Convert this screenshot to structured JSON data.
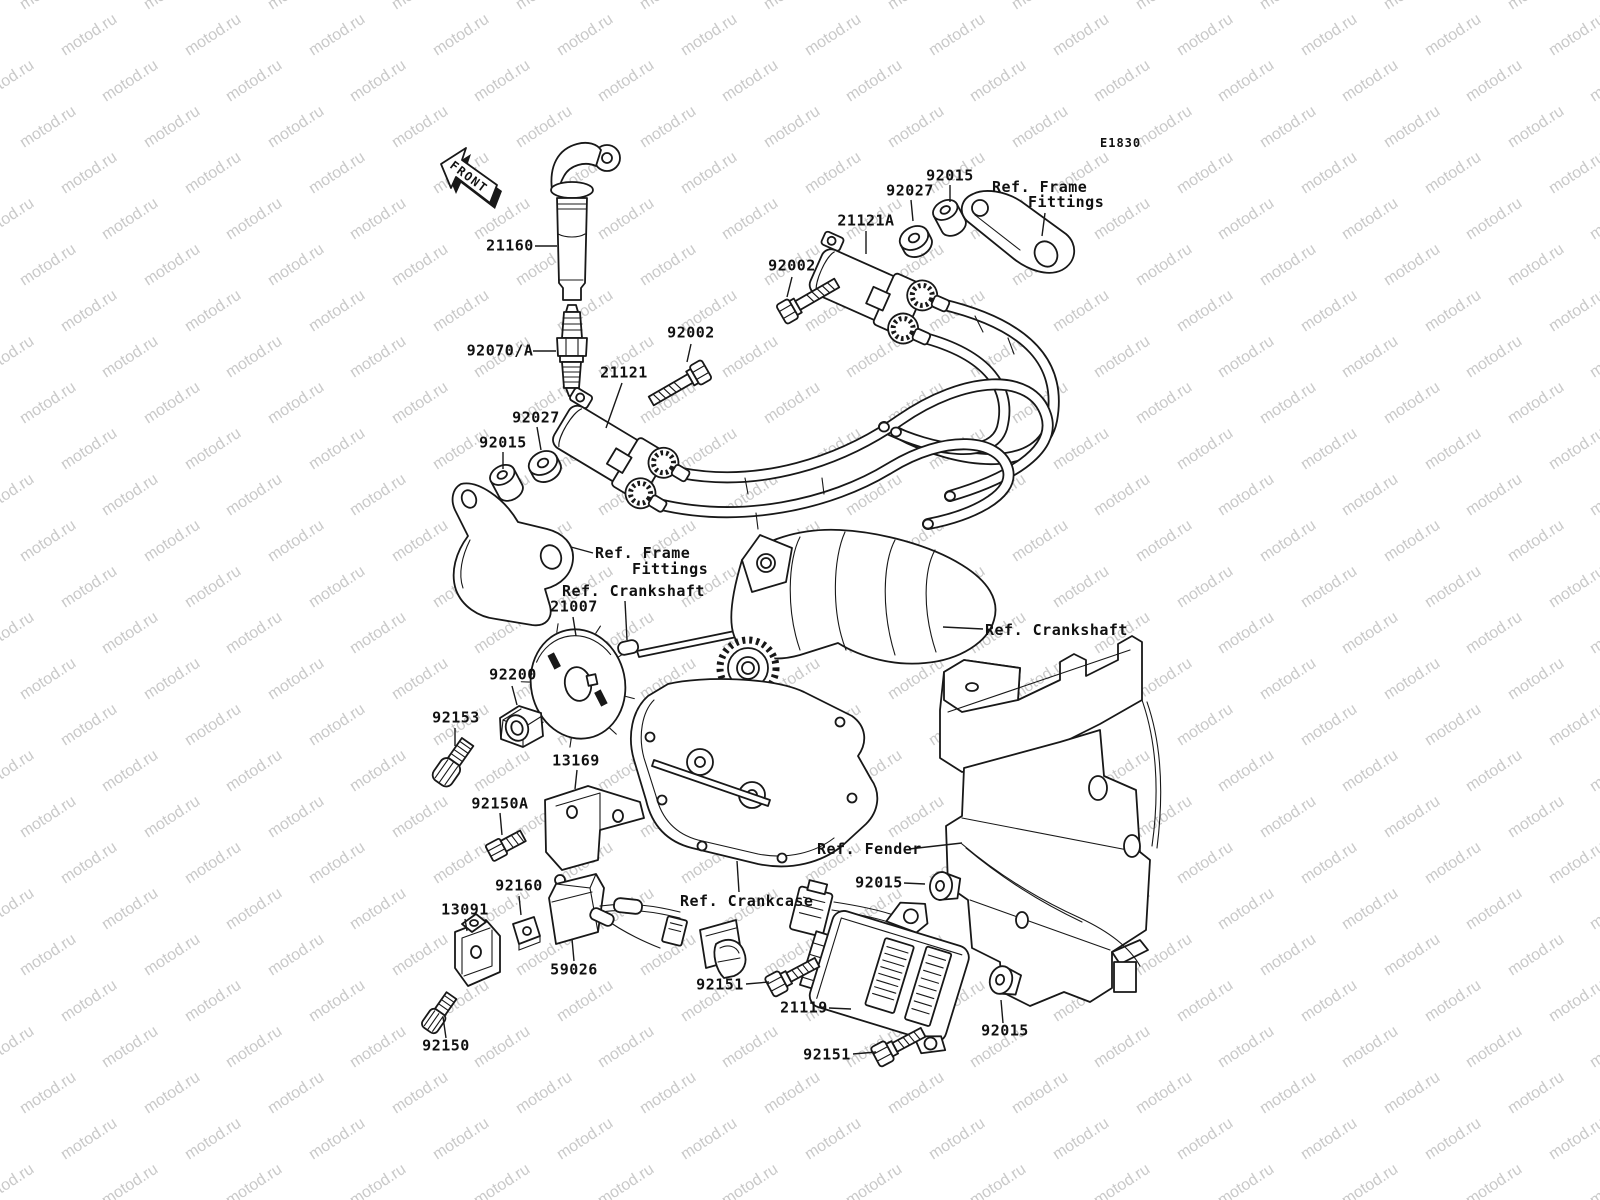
{
  "watermark": {
    "text": "motod.ru",
    "color": "#c9c9c9"
  },
  "diagram": {
    "code": "E1830",
    "front_arrow": "FRONT",
    "labels": {
      "coil_stick": "21160",
      "spark_plug": "92070/A",
      "bolt_a": "92002",
      "bolt_b": "92002",
      "coil_21121": "21121",
      "coil_21121a": "21121A",
      "washer_a": "92027",
      "grommet_a": "92015",
      "ref_frame_1a": "Ref. Frame",
      "ref_frame_1b": "Fittings",
      "washer_b": "92027",
      "grommet_b": "92015",
      "ref_frame_2a": "Ref. Frame",
      "ref_frame_2b": "Fittings",
      "ref_crankshaft_1": "Ref. Crankshaft",
      "rotor": "21007",
      "nut": "92200",
      "bolt_knurled": "92153",
      "plate": "13169",
      "bolt_150a": "92150A",
      "ref_crankshaft_2": "Ref. Crankshaft",
      "ref_fender": "Ref. Fender",
      "grommet_c": "92015",
      "ref_crankcase": "Ref. Crankcase",
      "damper": "92160",
      "bracket": "13091",
      "relay": "59026",
      "bolt_151a": "92151",
      "igniter": "21119",
      "bolt_151b": "92151",
      "bolt_150": "92150",
      "grommet_d": "92015"
    }
  }
}
